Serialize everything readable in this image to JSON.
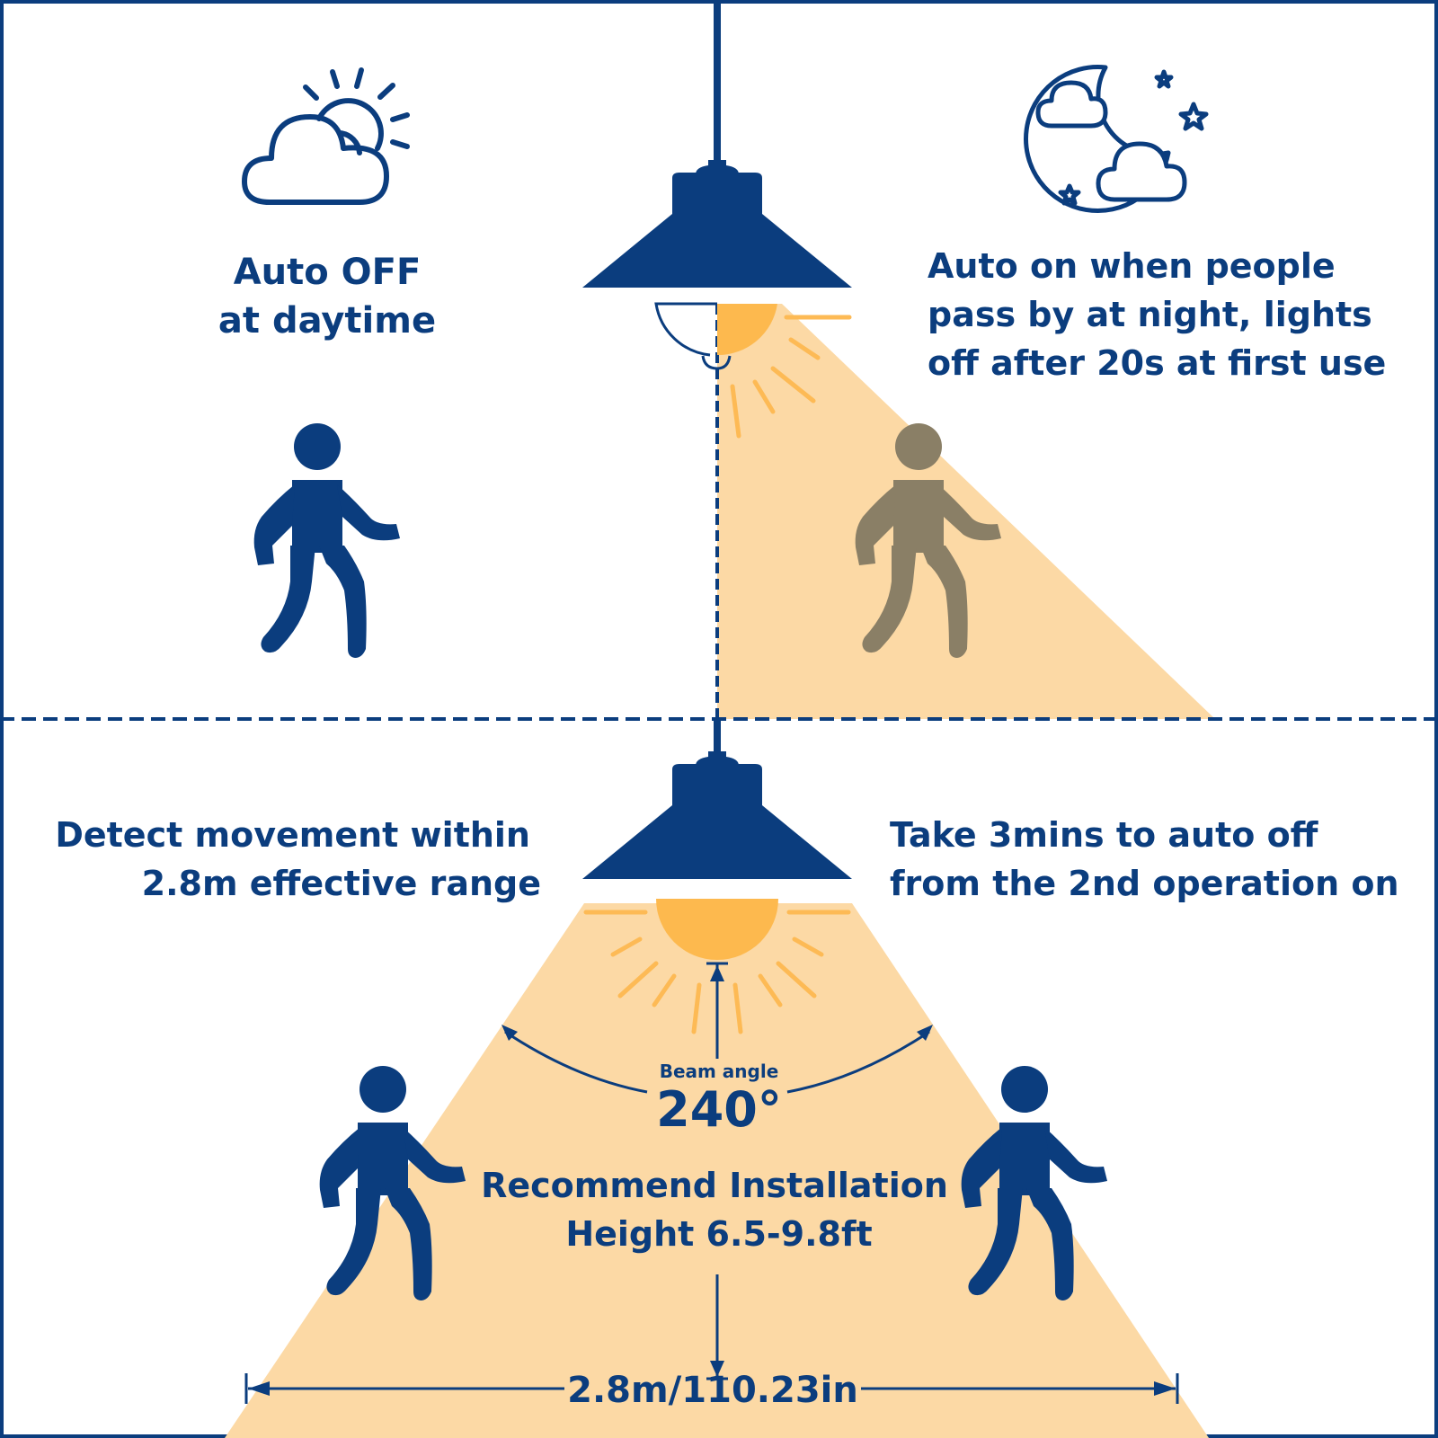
{
  "colors": {
    "navy": "#0B3D7E",
    "beam": "#FCD9A5",
    "bulb": "#FDB94E",
    "ray": "#FDBA55",
    "shadow": "#8A7F66",
    "background": "#FFFFFF"
  },
  "icons": {
    "day": "cloud-sun-icon",
    "night": "moon-clouds-stars-icon",
    "person": "walking-person-icon",
    "lamp": "pendant-lamp-icon"
  },
  "panels": {
    "daytime": {
      "line1": "Auto OFF",
      "line2": "at daytime"
    },
    "night": {
      "line1": "Auto on when people",
      "line2": "pass by at night, lights",
      "line3": "off after 20s at first use"
    },
    "range": {
      "line1": "Detect movement within",
      "line2": "2.8m effective range"
    },
    "delay": {
      "line1": "Take 3mins to auto off",
      "line2": "from the 2nd operation on"
    }
  },
  "beam": {
    "label": "Beam angle",
    "value": "240°"
  },
  "install": {
    "line1": "Recommend Installation",
    "line2": "Height 6.5-9.8ft"
  },
  "width_label": "2.8m/110.23in"
}
